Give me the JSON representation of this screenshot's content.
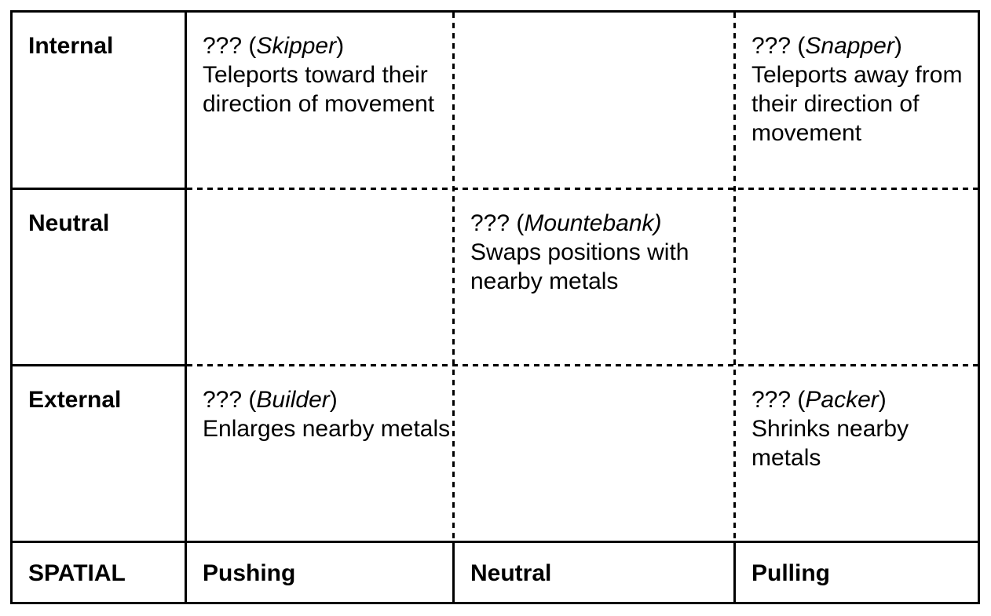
{
  "rows": [
    {
      "label": "Internal",
      "pushing": {
        "prefix": "??? (",
        "name": "Skipper",
        "suffix": ")",
        "desc": "Teleports toward their direction of movement"
      },
      "neutral": null,
      "pulling": {
        "prefix": "??? (",
        "name": "Snapper",
        "suffix": ")",
        "desc": "Teleports away from their direction of movement"
      }
    },
    {
      "label": "Neutral",
      "pushing": null,
      "neutral": {
        "prefix": "??? (",
        "name": "Mountebank)",
        "suffix": "",
        "desc": "Swaps positions with nearby metals"
      },
      "pulling": null
    },
    {
      "label": "External",
      "pushing": {
        "prefix": "??? (",
        "name": "Builder",
        "suffix": ")",
        "desc": "Enlarges nearby metals"
      },
      "neutral": null,
      "pulling": {
        "prefix": "??? (",
        "name": "Packer",
        "suffix": ")",
        "desc": "Shrinks nearby metals"
      }
    }
  ],
  "footer": {
    "corner": "SPATIAL",
    "pushing": "Pushing",
    "neutral": "Neutral",
    "pulling": "Pulling"
  }
}
